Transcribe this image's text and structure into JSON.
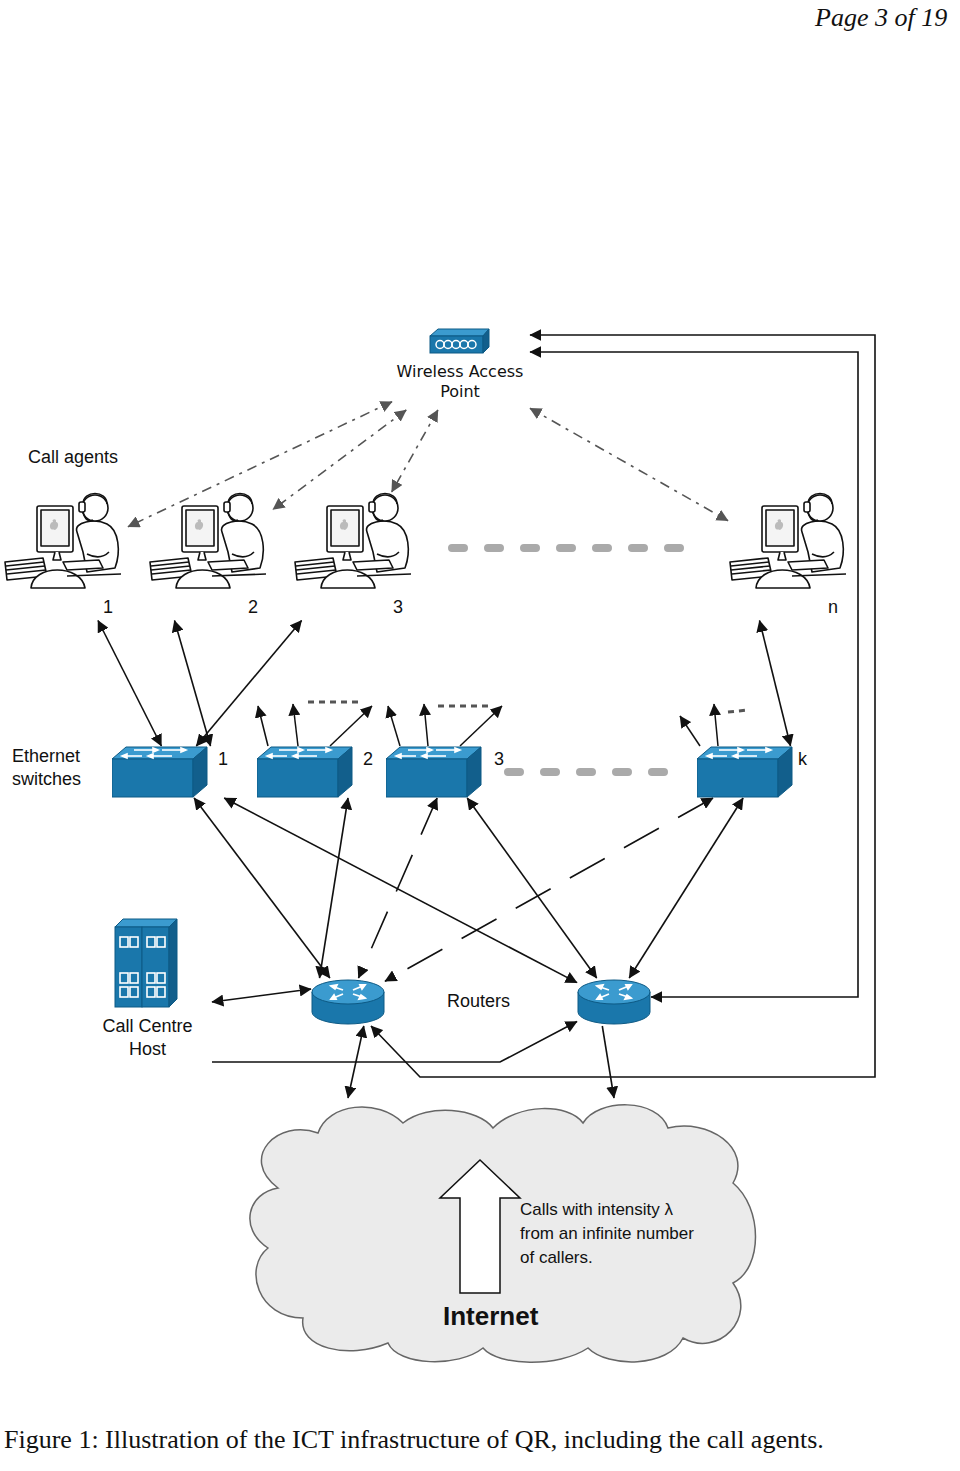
{
  "diagram": {
    "caption": "Figure 1: Illustration of the ICT infrastructure of QR, including the call agents.",
    "nodes": [
      {
        "text": [
          "Wireless Access Point"
        ]
      },
      {
        "text": [
          "1"
        ]
      },
      {
        "text": [
          "2"
        ]
      },
      {
        "text": [
          "3"
        ]
      },
      {
        "text": [
          "n"
        ]
      },
      {
        "text": [
          "1"
        ]
      },
      {
        "text": [
          "2"
        ]
      },
      {
        "text": [
          "3"
        ]
      },
      {
        "text": [
          "k"
        ]
      },
      {
        "text": [
          "Call Centre Host"
        ]
      },
      {
        "text": []
      },
      {
        "text": []
      },
      {
        "text": [
          "Calls with intensity λ from an infinite number of callers.",
          "Internet"
        ]
      }
    ],
    "edges": [
      {
        "from": 0,
        "to": 1,
        "arrow": "both"
      },
      {
        "from": 0,
        "to": 2,
        "arrow": "both"
      },
      {
        "from": 0,
        "to": 3,
        "arrow": "both"
      },
      {
        "from": 0,
        "to": 4,
        "arrow": "both"
      },
      {
        "from": 1,
        "to": 5,
        "arrow": "both"
      },
      {
        "from": 2,
        "to": 5,
        "arrow": "both"
      },
      {
        "from": 3,
        "to": 5,
        "arrow": "both"
      },
      {
        "from": 4,
        "to": 8,
        "arrow": "both"
      },
      {
        "from": 5,
        "to": 10,
        "arrow": "both"
      },
      {
        "from": 5,
        "to": 11,
        "arrow": "both"
      },
      {
        "from": 6,
        "to": 10,
        "arrow": "both"
      },
      {
        "from": 7,
        "to": 10,
        "arrow": "both"
      },
      {
        "from": 7,
        "to": 11,
        "arrow": "both"
      },
      {
        "from": 8,
        "to": 10,
        "arrow": "both"
      },
      {
        "from": 8,
        "to": 11,
        "arrow": "both"
      },
      {
        "from": 9,
        "to": 10,
        "arrow": "both"
      },
      {
        "from": 9,
        "to": 11,
        "arrow": "to"
      },
      {
        "from": 0,
        "to": 11,
        "arrow": "both"
      },
      {
        "from": 0,
        "to": 10,
        "arrow": "both"
      },
      {
        "from": 10,
        "to": 12,
        "arrow": "both"
      },
      {
        "from": 11,
        "to": 12,
        "arrow": "to"
      }
    ],
    "labels": [
      "Page 3 of 19",
      "Call agents",
      "Ethernet switches",
      "Routers"
    ]
  }
}
